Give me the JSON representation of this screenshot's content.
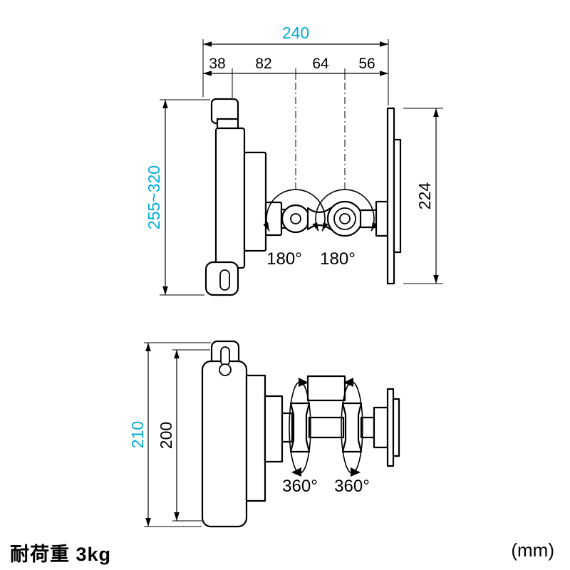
{
  "colors": {
    "highlight": "#00a9d9",
    "line": "#000000"
  },
  "top_view": {
    "dim_total_width": "240",
    "dim_segments": [
      "38",
      "82",
      "64",
      "56"
    ],
    "dim_height_range": "255~320",
    "dim_plate_height": "224",
    "rotation_left": "180°",
    "rotation_right": "180°"
  },
  "bottom_view": {
    "dim_total_height": "210",
    "dim_body_height": "200",
    "rotation_left": "360°",
    "rotation_right": "360°"
  },
  "footer": {
    "load_capacity": "耐荷重 3kg",
    "unit": "(mm)"
  }
}
